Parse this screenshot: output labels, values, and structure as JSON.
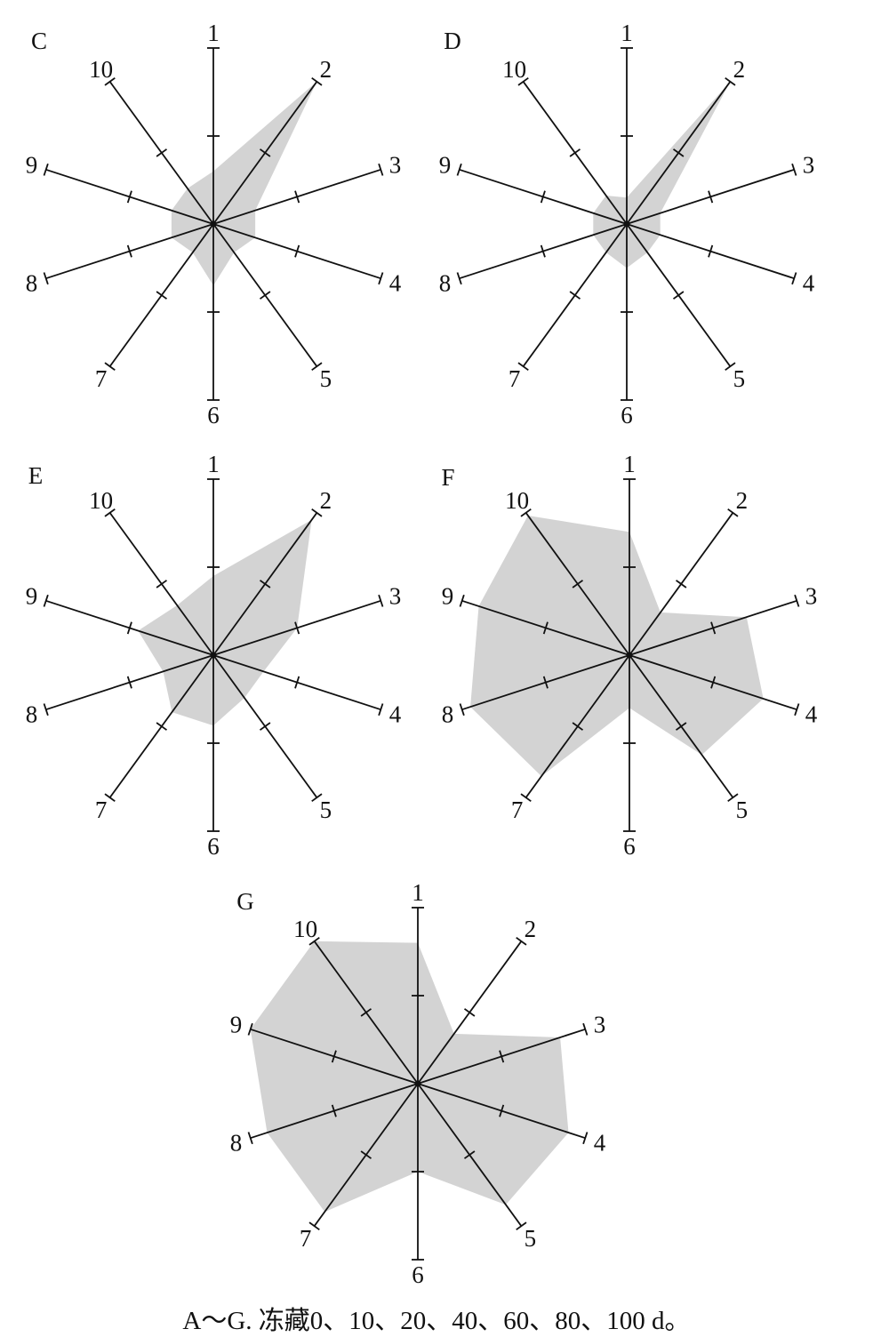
{
  "caption": "A～G. 冻藏0、10、20、40、60、80、100 d。",
  "colors": {
    "fill": "#d3d3d3",
    "axis": "#111111"
  },
  "chart_data": [
    {
      "type": "radar",
      "panel_label": "C",
      "axes": [
        "1",
        "2",
        "3",
        "4",
        "5",
        "6",
        "7",
        "8",
        "9",
        "10"
      ],
      "values": [
        0.3,
        1.0,
        0.25,
        0.25,
        0.2,
        0.35,
        0.2,
        0.25,
        0.25,
        0.25
      ],
      "rmax": 1.0,
      "ticks": [
        0.5,
        1.0
      ]
    },
    {
      "type": "radar",
      "panel_label": "D",
      "axes": [
        "1",
        "2",
        "3",
        "4",
        "5",
        "6",
        "7",
        "8",
        "9",
        "10"
      ],
      "values": [
        0.15,
        1.0,
        0.2,
        0.2,
        0.2,
        0.25,
        0.2,
        0.2,
        0.2,
        0.2
      ],
      "rmax": 1.0,
      "ticks": [
        0.5,
        1.0
      ]
    },
    {
      "type": "radar",
      "panel_label": "E",
      "axes": [
        "1",
        "2",
        "3",
        "4",
        "5",
        "6",
        "7",
        "8",
        "9",
        "10"
      ],
      "values": [
        0.45,
        0.95,
        0.5,
        0.3,
        0.3,
        0.4,
        0.4,
        0.3,
        0.45,
        0.35
      ],
      "rmax": 1.0,
      "ticks": [
        0.5,
        1.0
      ]
    },
    {
      "type": "radar",
      "panel_label": "F",
      "axes": [
        "1",
        "2",
        "3",
        "4",
        "5",
        "6",
        "7",
        "8",
        "9",
        "10"
      ],
      "values": [
        0.7,
        0.3,
        0.7,
        0.8,
        0.7,
        0.3,
        0.85,
        0.95,
        0.9,
        0.98
      ],
      "rmax": 1.0,
      "ticks": [
        0.5,
        1.0
      ]
    },
    {
      "type": "radar",
      "panel_label": "G",
      "axes": [
        "1",
        "2",
        "3",
        "4",
        "5",
        "6",
        "7",
        "8",
        "9",
        "10"
      ],
      "values": [
        0.8,
        0.35,
        0.85,
        0.9,
        0.85,
        0.5,
        0.9,
        0.9,
        1.0,
        1.0
      ],
      "rmax": 1.0,
      "ticks": [
        0.5,
        1.0
      ]
    }
  ]
}
